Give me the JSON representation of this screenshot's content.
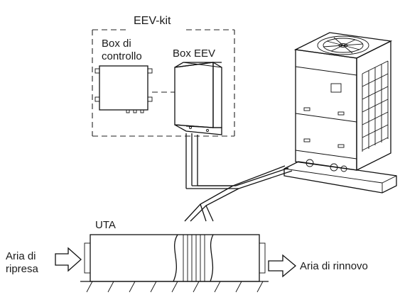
{
  "labels": {
    "eev_kit": "EEV-kit",
    "box_controllo_1": "Box di",
    "box_controllo_2": "controllo",
    "box_eev": "Box EEV",
    "uta": "UTA",
    "aria_ripresa_1": "Aria di",
    "aria_ripresa_2": "ripresa",
    "aria_rinnovo": "Aria di rinnovo"
  }
}
